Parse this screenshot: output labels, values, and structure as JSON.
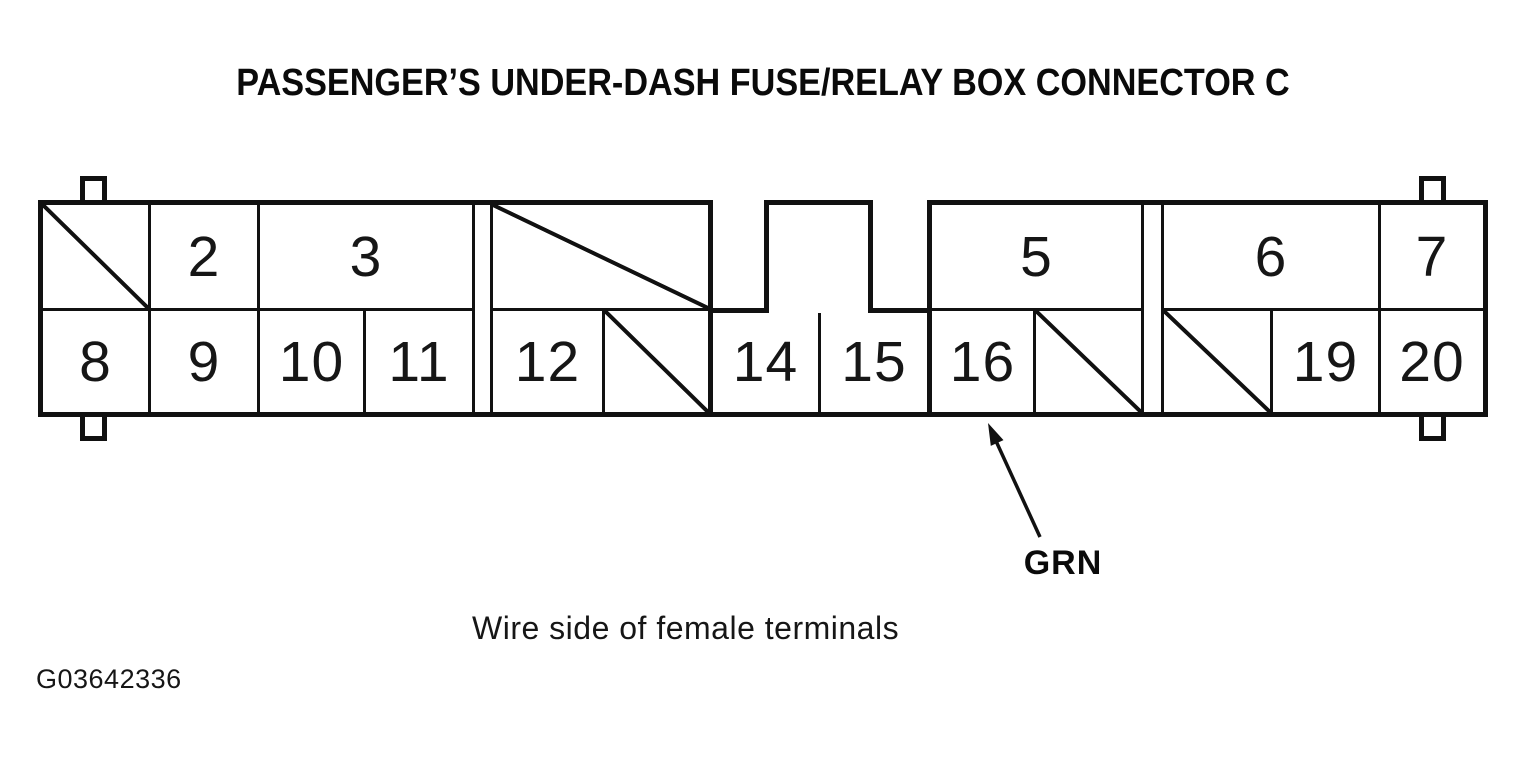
{
  "title": "PASSENGER’S UNDER-DASH FUSE/RELAY BOX CONNECTOR C",
  "caption": "Wire side of female terminals",
  "figure_id": "G03642336",
  "wire_callout": {
    "label": "GRN",
    "points_to_terminal": "16"
  },
  "connector": {
    "name": "Passenger's under-dash fuse/relay box connector C",
    "view": "wire side, female terminals",
    "top_row": [
      {
        "label": "",
        "type": "diagonal"
      },
      {
        "label": "2",
        "type": "numbered"
      },
      {
        "label": "3",
        "type": "numbered"
      },
      {
        "label": "",
        "type": "diagonal"
      },
      {
        "label": "",
        "type": "empty"
      },
      {
        "label": "5",
        "type": "numbered"
      },
      {
        "label": "6",
        "type": "numbered"
      },
      {
        "label": "7",
        "type": "numbered"
      }
    ],
    "bottom_row": [
      {
        "label": "8",
        "type": "numbered"
      },
      {
        "label": "9",
        "type": "numbered"
      },
      {
        "label": "10",
        "type": "numbered"
      },
      {
        "label": "11",
        "type": "numbered"
      },
      {
        "label": "12",
        "type": "numbered"
      },
      {
        "label": "",
        "type": "diagonal"
      },
      {
        "label": "14",
        "type": "numbered"
      },
      {
        "label": "15",
        "type": "numbered"
      },
      {
        "label": "16",
        "type": "numbered"
      },
      {
        "label": "",
        "type": "diagonal"
      },
      {
        "label": "",
        "type": "diagonal"
      },
      {
        "label": "19",
        "type": "numbered"
      },
      {
        "label": "20",
        "type": "numbered"
      }
    ]
  }
}
